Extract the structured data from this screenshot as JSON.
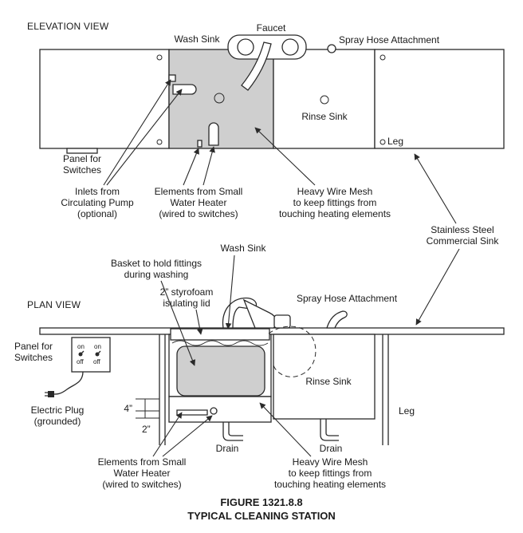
{
  "elevation": {
    "title": "ELEVATION VIEW",
    "faucet": "Faucet",
    "wash_sink": "Wash Sink",
    "spray_hose": "Spray Hose Attachment",
    "rinse_sink": "Rinse Sink",
    "leg": "Leg",
    "panel_for_switches": [
      "Panel for",
      "Switches"
    ],
    "inlets": [
      "Inlets from",
      "Circulating Pump",
      "(optional)"
    ],
    "elements": [
      "Elements from Small",
      "Water Heater",
      "(wired to switches)"
    ],
    "mesh": [
      "Heavy Wire Mesh",
      "to keep fittings from",
      "touching heating elements"
    ]
  },
  "stainless": [
    "Stainless Steel",
    "Commercial Sink"
  ],
  "plan": {
    "title": "PLAN VIEW",
    "wash_sink": "Wash Sink",
    "basket": [
      "Basket to hold fittings",
      "during washing"
    ],
    "lid": [
      "2” styrofoam",
      "isulating lid"
    ],
    "spray_hose": "Spray Hose Attachment",
    "panel_for_switches": [
      "Panel for",
      "Switches"
    ],
    "switch_on": "on",
    "switch_off": "off",
    "rinse_sink": "Rinse Sink",
    "electric_plug": [
      "Electric Plug",
      "(grounded)"
    ],
    "dim_4": "4”",
    "dim_2": "2”",
    "drain": "Drain",
    "leg": "Leg",
    "elements": [
      "Elements from Small",
      "Water Heater",
      "(wired to switches)"
    ],
    "mesh": [
      "Heavy Wire Mesh",
      "to keep fittings from",
      "touching heating elements"
    ]
  },
  "figure": {
    "number": "FIGURE 1321.8.8",
    "caption": "TYPICAL CLEANING STATION"
  },
  "colors": {
    "line": "#2a2a2a",
    "wash_fill": "#cfcfcf",
    "basket_fill": "#c8c8c8"
  }
}
